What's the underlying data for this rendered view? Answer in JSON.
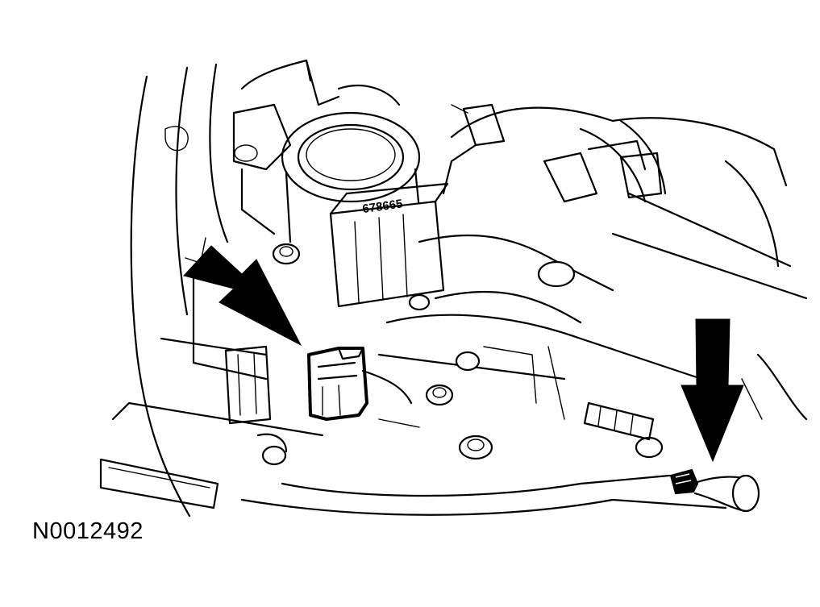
{
  "figure": {
    "id": "N0012492",
    "part_label": "678665"
  },
  "callouts": [
    {
      "name": "connector-arrow",
      "target": "electrical-connector"
    },
    {
      "name": "fastener-arrow",
      "target": "retaining-nut"
    }
  ]
}
